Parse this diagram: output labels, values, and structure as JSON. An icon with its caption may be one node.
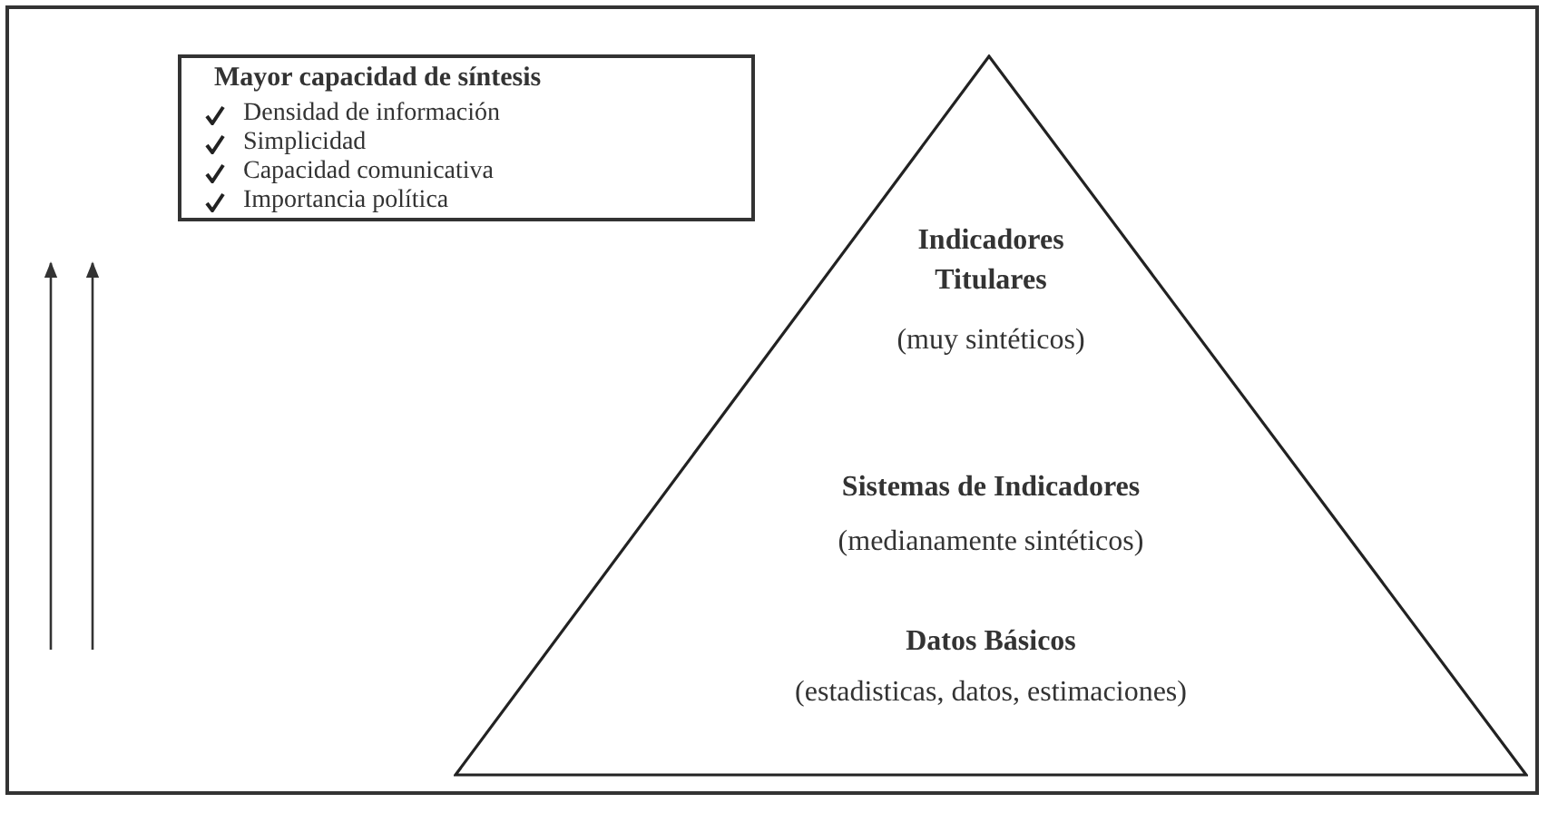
{
  "diagram": {
    "nodes": [
      {
        "text": [
          "Mayor capacidad de síntesis",
          "Densidad de información",
          "Simplicidad",
          "Capacidad comunicativa",
          "Importancia política"
        ]
      },
      {
        "text": [
          "Indicadores Titulares",
          "(muy sintéticos)",
          "Sistemas de Indicadores",
          "(medianamente sintéticos)",
          "Datos Básicos",
          "(estadisticas, datos, estimaciones)"
        ]
      }
    ],
    "edges": []
  }
}
